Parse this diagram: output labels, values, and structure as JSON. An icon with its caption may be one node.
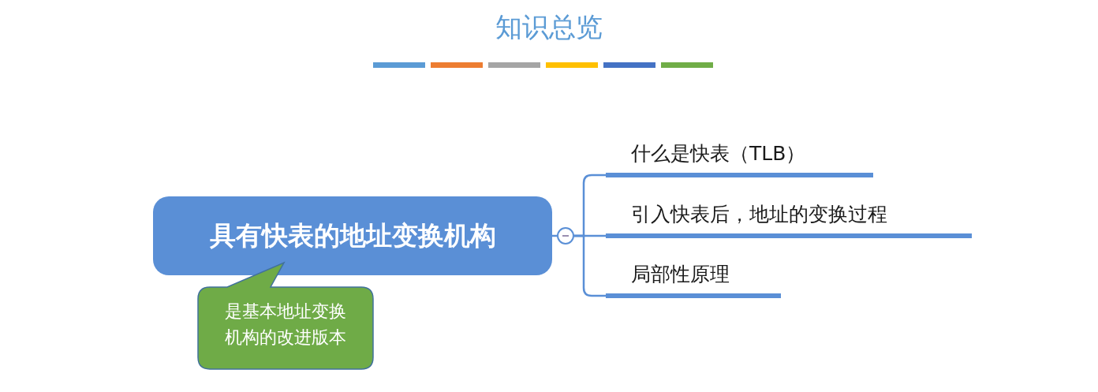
{
  "diagram": {
    "title": "知识总览",
    "nodes": [
      {
        "text": [
          "具有快表的地址变换机构"
        ]
      },
      {
        "text": [],
        "shape": "circle"
      },
      {
        "text": [
          "什么是快表（TLB）"
        ]
      },
      {
        "text": [
          "引入快表后，地址的变换过程"
        ]
      },
      {
        "text": [
          "局部性原理"
        ]
      },
      {
        "text": [
          "是基本地址变换机构的改进版本"
        ]
      }
    ],
    "edges": [
      {
        "from": 0,
        "to": 1,
        "arrow": "none"
      },
      {
        "from": 1,
        "to": 2,
        "arrow": "none"
      },
      {
        "from": 1,
        "to": 3,
        "arrow": "none"
      },
      {
        "from": 1,
        "to": 4,
        "arrow": "none"
      }
    ]
  }
}
